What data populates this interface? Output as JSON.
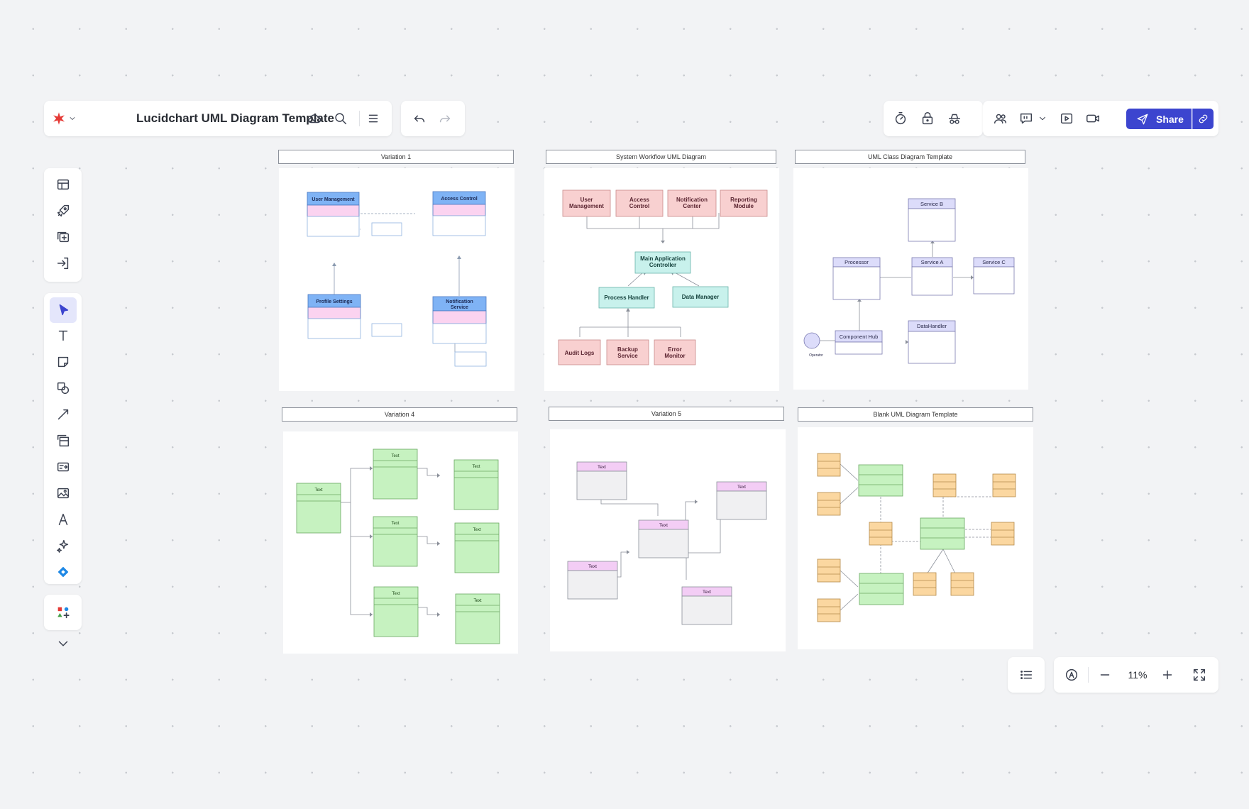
{
  "header": {
    "title": "Lucidchart UML Diagram Template",
    "share_label": "Share"
  },
  "zoom": {
    "level": "11%"
  },
  "frames": {
    "f1": {
      "title": "Variation 1",
      "classes": [
        "User Management",
        "Access Control",
        "Profile Settings",
        "Notification",
        "Service"
      ]
    },
    "f2": {
      "title": "System Workflow UML Diagram",
      "nodes": {
        "user": [
          "User",
          "Management"
        ],
        "access": [
          "Access",
          "Control"
        ],
        "notif": [
          "Notification",
          "Center"
        ],
        "report": [
          "Reporting",
          "Module"
        ],
        "main": [
          "Main Application",
          "Controller"
        ],
        "process": "Process Handler",
        "data": "Data Manager",
        "audit": "Audit Logs",
        "backup": [
          "Backup",
          "Service"
        ],
        "error": [
          "Error",
          "Monitor"
        ]
      }
    },
    "f3": {
      "title": "UML Class Diagram Template",
      "classes": [
        "Service B",
        "Processor",
        "Service A",
        "Service C",
        "Component Hub",
        "DataHandler"
      ],
      "actor": "Operator"
    },
    "f4": {
      "title": "Variation 4",
      "class_label": "Text"
    },
    "f5": {
      "title": "Variation 5",
      "class_label": "Text"
    },
    "f6": {
      "title": "Blank UML Diagram Template"
    }
  },
  "icons": {
    "header": [
      "lucid-logo-icon",
      "chevron-down-icon",
      "cloud-icon",
      "search-icon",
      "menu-icon",
      "undo-icon",
      "redo-icon"
    ],
    "collab": [
      "timer-icon",
      "lock-icon",
      "incognito-icon",
      "collaborators-icon",
      "comment-icon",
      "chevron-down-icon",
      "present-icon",
      "video-icon",
      "share-plane-icon",
      "link-icon"
    ],
    "left_toolbar": [
      "templates-icon",
      "rocket-icon",
      "add-page-icon",
      "import-icon",
      "select-icon",
      "text-icon",
      "sticky-note-icon",
      "shapes-icon",
      "line-icon",
      "frame-icon",
      "table-icon",
      "image-icon",
      "font-icon",
      "ai-sparkle-icon",
      "diamond-icon",
      "shape-library-icon",
      "chevron-down-icon"
    ],
    "bottom": [
      "outline-icon",
      "accessibility-icon",
      "zoom-out-icon",
      "zoom-in-icon",
      "fullscreen-icon"
    ]
  },
  "colors": {
    "accent": "#3c45cf",
    "class_header_blue": "#7fb3f5",
    "class_body_pink": "#fbd3f0",
    "node_pink": "#f8d0d0",
    "node_teal": "#c8f1ec",
    "class_lavender": "#dcdcfa",
    "class_green": "#c6f2c0",
    "class_orange": "#fbd7a0",
    "logo_red": "#e53935"
  }
}
